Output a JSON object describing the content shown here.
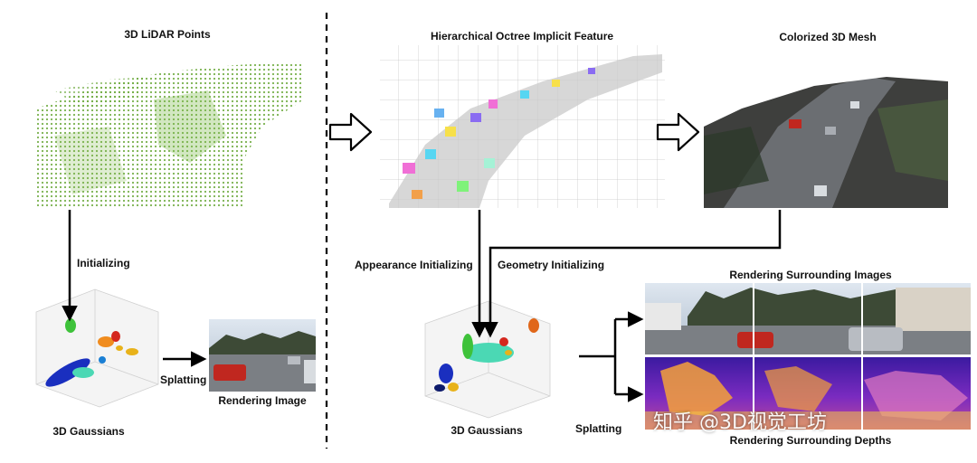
{
  "labels": {
    "lidar_title": "3D LiDAR Points",
    "initializing": "Initializing",
    "gaussians_left": "3D Gaussians",
    "splatting_left": "Splatting",
    "rendering_image": "Rendering Image",
    "octree_title": "Hierarchical Octree Implicit Feature",
    "mesh_title": "Colorized 3D Mesh",
    "appearance_initializing": "Appearance Initializing",
    "geometry_initializing": "Geometry Initializing",
    "gaussians_right": "3D Gaussians",
    "splatting_right": "Splatting",
    "rendering_surrounding_images": "Rendering Surrounding Images",
    "rendering_surrounding_depths": "Rendering Surrounding Depths"
  },
  "watermark": "知乎 @3D视觉工坊",
  "colors": {
    "lidar_green": "#6aa83a",
    "arrow": "#000000",
    "depth_purple": "#5b1fb0",
    "depth_orange": "#f4a13a",
    "car_red": "#c0271f"
  }
}
